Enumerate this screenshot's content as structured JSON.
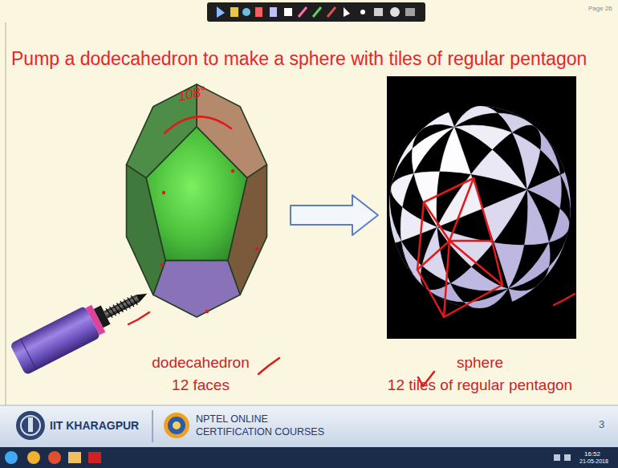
{
  "diagram": {
    "title": "Pump a dodecahedron to make a sphere with tiles of regular pentagon",
    "nodes": [
      {
        "text": [
          "dodecahedron",
          "12 faces"
        ]
      },
      {
        "text": [
          "sphere",
          "12 tiles of regular pentagon"
        ]
      }
    ],
    "edges": [
      {
        "from": 0,
        "to": 1,
        "arrow": "to"
      }
    ],
    "labels": [
      "108°",
      "Page 26",
      "IIT KHARAGPUR",
      "NPTEL ONLINE",
      "CERTIFICATION COURSES",
      "3",
      "16:52",
      "21-05-2018"
    ]
  }
}
